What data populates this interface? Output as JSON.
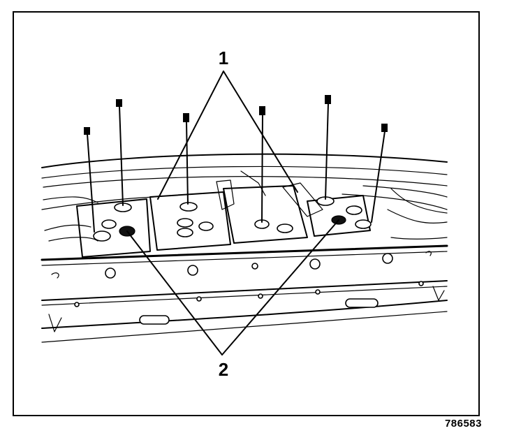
{
  "figure": {
    "callouts": {
      "label_1": "1",
      "label_2": "2"
    },
    "figure_number": "786583"
  }
}
